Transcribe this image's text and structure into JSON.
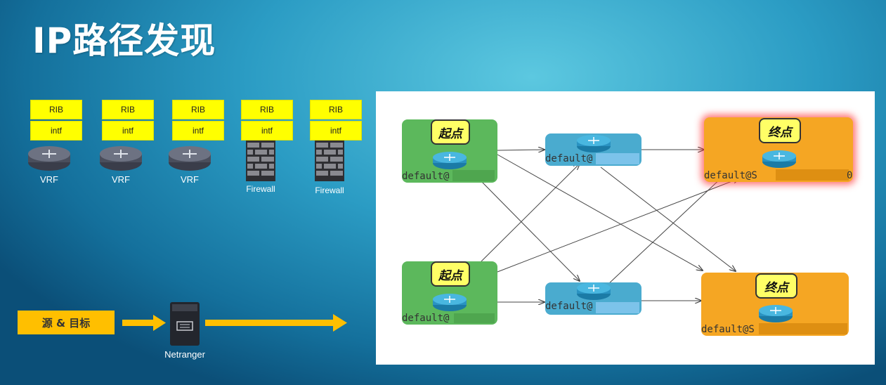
{
  "title": "IP路径发现",
  "devices": [
    {
      "rib": "RIB",
      "intf": "intf",
      "label": "VRF",
      "type": "router"
    },
    {
      "rib": "RIB",
      "intf": "intf",
      "label": "VRF",
      "type": "router"
    },
    {
      "rib": "RIB",
      "intf": "intf",
      "label": "VRF",
      "type": "router"
    },
    {
      "rib": "RIB",
      "intf": "intf",
      "label": "Firewall",
      "type": "firewall"
    },
    {
      "rib": "RIB",
      "intf": "intf",
      "label": "Firewall",
      "type": "firewall"
    }
  ],
  "flow": {
    "source_label": "源 & 目标",
    "server_label": "Netranger"
  },
  "path_diagram": {
    "start_label": "起点",
    "end_label": "终点",
    "nodes": [
      {
        "role": "start",
        "text": "default@"
      },
      {
        "role": "start",
        "text": "default@"
      },
      {
        "role": "middle",
        "text": "default@"
      },
      {
        "role": "middle",
        "text": "default@"
      },
      {
        "role": "end",
        "text": "default@S",
        "suffix": "0"
      },
      {
        "role": "end",
        "text": "default@S"
      }
    ]
  }
}
